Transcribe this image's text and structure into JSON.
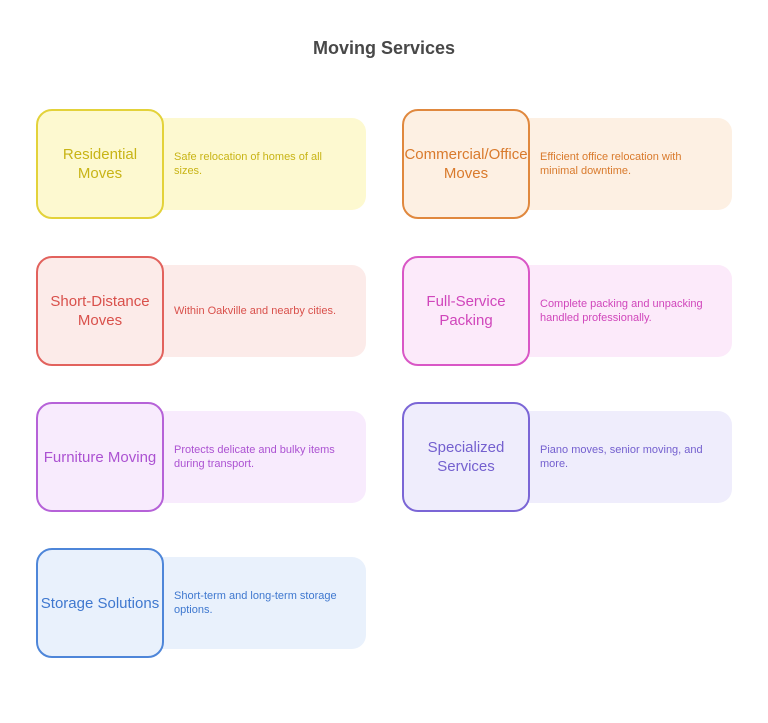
{
  "title": "Moving Services",
  "services": [
    {
      "label": "Residential Moves",
      "description": "Safe relocation of homes of all sizes.",
      "colors": {
        "border": "#e3d23a",
        "fill": "#fdf9d0",
        "text": "#c8b416"
      }
    },
    {
      "label": "Commercial/Office Moves",
      "description": "Efficient office relocation with minimal downtime.",
      "colors": {
        "border": "#e0883e",
        "fill": "#fdf0e3",
        "text": "#d97a2c"
      }
    },
    {
      "label": "Short-Distance Moves",
      "description": "Within Oakville and nearby cities.",
      "colors": {
        "border": "#e2625d",
        "fill": "#fcebe9",
        "text": "#d9504b"
      }
    },
    {
      "label": "Full-Service Packing",
      "description": "Complete packing and unpacking handled professionally.",
      "colors": {
        "border": "#d957c6",
        "fill": "#fceafa",
        "text": "#d046bb"
      }
    },
    {
      "label": "Furniture Moving",
      "description": "Protects delicate and bulky items during transport.",
      "colors": {
        "border": "#b662d8",
        "fill": "#f8ebfd",
        "text": "#ac52d2"
      }
    },
    {
      "label": "Specialized Services",
      "description": "Piano moves, senior moving, and more.",
      "colors": {
        "border": "#7b66d6",
        "fill": "#efedfc",
        "text": "#7460cf"
      }
    },
    {
      "label": "Storage Solutions",
      "description": "Short-term and long-term storage options.",
      "colors": {
        "border": "#4e86d9",
        "fill": "#e9f1fc",
        "text": "#3f78cf"
      }
    }
  ]
}
